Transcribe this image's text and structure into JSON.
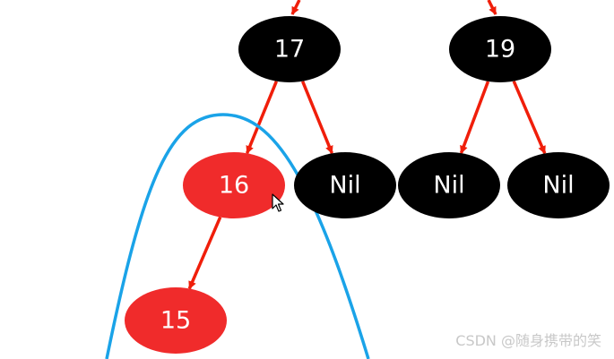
{
  "nodes": [
    {
      "id": "n17",
      "label": "17",
      "color": "#000000"
    },
    {
      "id": "n19",
      "label": "19",
      "color": "#000000"
    },
    {
      "id": "n16",
      "label": "16",
      "color": "#f02b2b"
    },
    {
      "id": "nil-a",
      "label": "Nil",
      "color": "#000000"
    },
    {
      "id": "nil-b",
      "label": "Nil",
      "color": "#000000"
    },
    {
      "id": "nil-c",
      "label": "Nil",
      "color": "#000000"
    },
    {
      "id": "n15",
      "label": "15",
      "color": "#f02b2b"
    }
  ],
  "edges": [
    {
      "from": "n17",
      "to": "n16"
    },
    {
      "from": "n17",
      "to": "nil-a"
    },
    {
      "from": "n19",
      "to": "nil-b"
    },
    {
      "from": "n19",
      "to": "nil-c"
    },
    {
      "from": "n16",
      "to": "n15"
    }
  ],
  "colors": {
    "edge": "#f01e0a",
    "curve": "#1aa3e8",
    "label_text": "#ffffff"
  },
  "watermark": "CSDN @随身携带的笑"
}
